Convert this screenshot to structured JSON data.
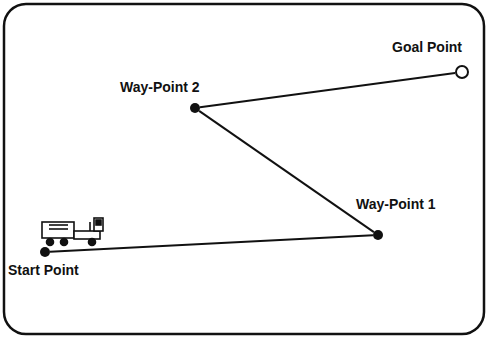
{
  "diagram": {
    "nodes": [
      {
        "text": [
          "Start Point"
        ]
      },
      {
        "text": [
          "Way-Point 1"
        ]
      },
      {
        "text": [
          "Way-Point 2"
        ]
      },
      {
        "text": [
          "Goal Point"
        ]
      }
    ],
    "edges": [
      {
        "from": 0,
        "to": 1,
        "arrow": "none"
      },
      {
        "from": 1,
        "to": 2,
        "arrow": "none"
      },
      {
        "from": 2,
        "to": 3,
        "arrow": "none"
      }
    ]
  }
}
